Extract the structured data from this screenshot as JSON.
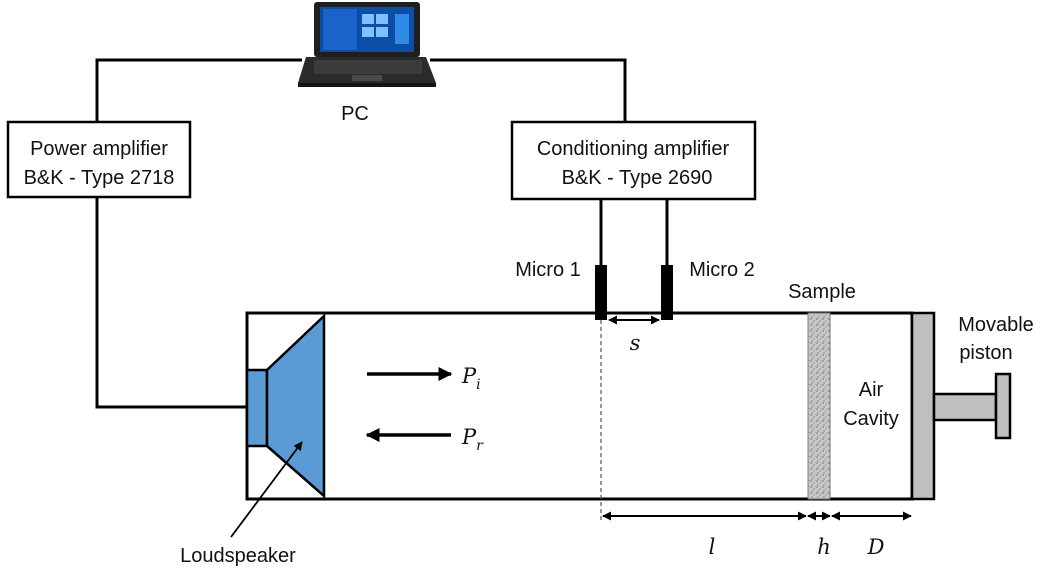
{
  "pc": {
    "label": "PC"
  },
  "power_amplifier": {
    "line1": "Power amplifier",
    "line2": "B&K - Type 2718"
  },
  "conditioning_amplifier": {
    "line1": "Conditioning amplifier",
    "line2": "B&K - Type 2690"
  },
  "microphones": {
    "micro1": "Micro 1",
    "micro2": "Micro 2"
  },
  "sample": {
    "label": "Sample"
  },
  "piston": {
    "line1": "Movable",
    "line2": "piston"
  },
  "air_cavity": {
    "line1": "Air",
    "line2": "Cavity"
  },
  "loudspeaker": {
    "label": "Loudspeaker"
  },
  "waves": {
    "incident": {
      "symbol": "P",
      "subscript": "i"
    },
    "reflected": {
      "symbol": "P",
      "subscript": "r"
    }
  },
  "dimensions": {
    "s": "s",
    "l": "l",
    "h": "h",
    "D": "D"
  },
  "colors": {
    "loudspeaker_fill": "#5b9bd5",
    "piston_fill": "#bfbfbf",
    "sample_fill": "#b8b8b8",
    "line": "#000000"
  }
}
